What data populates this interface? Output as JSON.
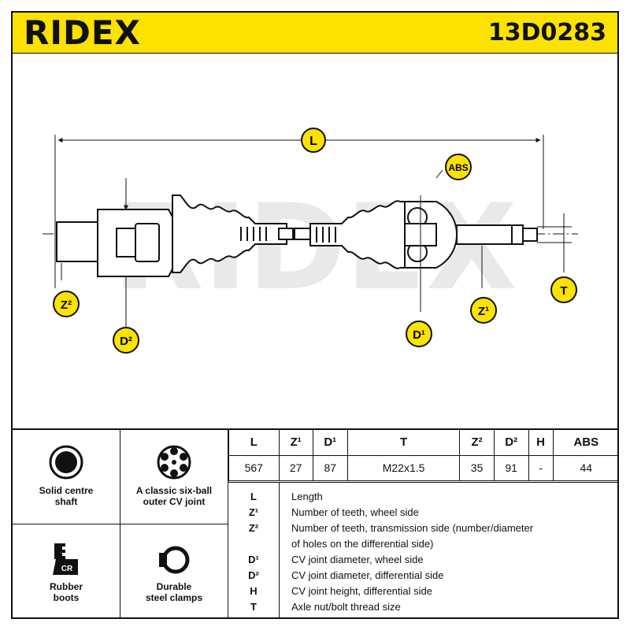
{
  "header": {
    "brand": "RIDEX",
    "part_number": "13D0283"
  },
  "drawing": {
    "labels": {
      "L": "L",
      "ABS": "ABS",
      "Z2": "Z²",
      "D2": "D²",
      "D1": "D¹",
      "Z1": "Z¹",
      "T": "T"
    },
    "watermark": "RIDEX"
  },
  "features": [
    {
      "icon": "solid-shaft-icon",
      "label_line1": "Solid centre",
      "label_line2": "shaft"
    },
    {
      "icon": "six-ball-joint-icon",
      "label_line1": "A classic six-ball",
      "label_line2": "outer CV joint"
    },
    {
      "icon": "rubber-boot-icon",
      "label_line1": "Rubber",
      "label_line2": "boots",
      "badge": "CR"
    },
    {
      "icon": "steel-clamp-icon",
      "label_line1": "Durable",
      "label_line2": "steel clamps"
    }
  ],
  "spec_table": {
    "headers": [
      "L",
      "Z¹",
      "D¹",
      "T",
      "Z²",
      "D²",
      "H",
      "ABS"
    ],
    "values": [
      "567",
      "27",
      "87",
      "M22x1.5",
      "35",
      "91",
      "-",
      "44"
    ]
  },
  "legend": [
    {
      "key": "L",
      "text": "Length"
    },
    {
      "key": "Z¹",
      "text": "Number of teeth, wheel side"
    },
    {
      "key": "Z²",
      "text": "Number of teeth, transmission side (number/diameter"
    },
    {
      "key": "",
      "text": "of holes on the differential side)"
    },
    {
      "key": "D¹",
      "text": "CV joint diameter, wheel side"
    },
    {
      "key": "D²",
      "text": "CV joint diameter, differential side"
    },
    {
      "key": "H",
      "text": "CV joint height, differential side"
    },
    {
      "key": "T",
      "text": "Axle nut/bolt thread size"
    }
  ],
  "colors": {
    "accent": "#fbe200",
    "ink": "#111111",
    "watermark": "#e6e6e6"
  }
}
